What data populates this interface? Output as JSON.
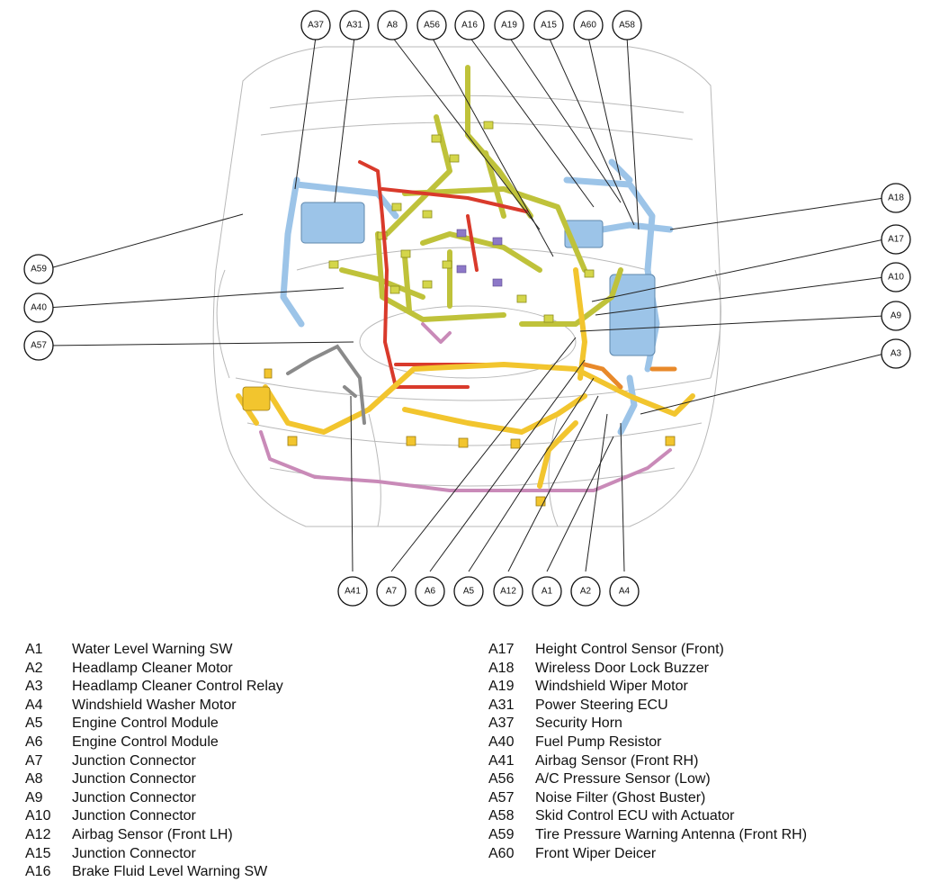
{
  "callouts": {
    "top": [
      "A37",
      "A31",
      "A8",
      "A56",
      "A16",
      "A19",
      "A15",
      "A60",
      "A58"
    ],
    "left": [
      "A59",
      "A40",
      "A57"
    ],
    "right": [
      "A18",
      "A17",
      "A10",
      "A9",
      "A3"
    ],
    "bottom": [
      "A41",
      "A7",
      "A6",
      "A5",
      "A12",
      "A1",
      "A2",
      "A4"
    ]
  },
  "legend_left": [
    {
      "code": "A1",
      "label": "Water Level Warning SW"
    },
    {
      "code": "A2",
      "label": "Headlamp Cleaner Motor"
    },
    {
      "code": "A3",
      "label": "Headlamp Cleaner Control Relay"
    },
    {
      "code": "A4",
      "label": "Windshield Washer Motor"
    },
    {
      "code": "A5",
      "label": "Engine Control Module"
    },
    {
      "code": "A6",
      "label": "Engine Control Module"
    },
    {
      "code": "A7",
      "label": "Junction Connector"
    },
    {
      "code": "A8",
      "label": "Junction Connector"
    },
    {
      "code": "A9",
      "label": "Junction Connector"
    },
    {
      "code": "A10",
      "label": "Junction Connector"
    },
    {
      "code": "A12",
      "label": "Airbag Sensor (Front LH)"
    },
    {
      "code": "A15",
      "label": "Junction Connector"
    },
    {
      "code": "A16",
      "label": "Brake Fluid Level Warning SW"
    }
  ],
  "legend_right": [
    {
      "code": "A17",
      "label": "Height Control Sensor (Front)"
    },
    {
      "code": "A18",
      "label": "Wireless Door Lock Buzzer"
    },
    {
      "code": "A19",
      "label": "Windshield Wiper Motor"
    },
    {
      "code": "A31",
      "label": "Power Steering ECU"
    },
    {
      "code": "A37",
      "label": "Security Horn"
    },
    {
      "code": "A40",
      "label": "Fuel Pump Resistor"
    },
    {
      "code": "A41",
      "label": "Airbag Sensor (Front RH)"
    },
    {
      "code": "A56",
      "label": "A/C Pressure Sensor (Low)"
    },
    {
      "code": "A57",
      "label": "Noise Filter (Ghost Buster)"
    },
    {
      "code": "A58",
      "label": "Skid Control ECU with Actuator"
    },
    {
      "code": "A59",
      "label": "Tire Pressure Warning Antenna (Front RH)"
    },
    {
      "code": "A60",
      "label": "Front Wiper Deicer"
    }
  ],
  "colors": {
    "harness_olive": "#bfc23a",
    "harness_blue": "#9cc4e8",
    "harness_yellow": "#f2c52e",
    "harness_red": "#d93a2b",
    "harness_pink": "#c98ab8",
    "harness_orange": "#e8892a",
    "harness_gray": "#8a8a8a",
    "outline": "#b9b9b9"
  }
}
